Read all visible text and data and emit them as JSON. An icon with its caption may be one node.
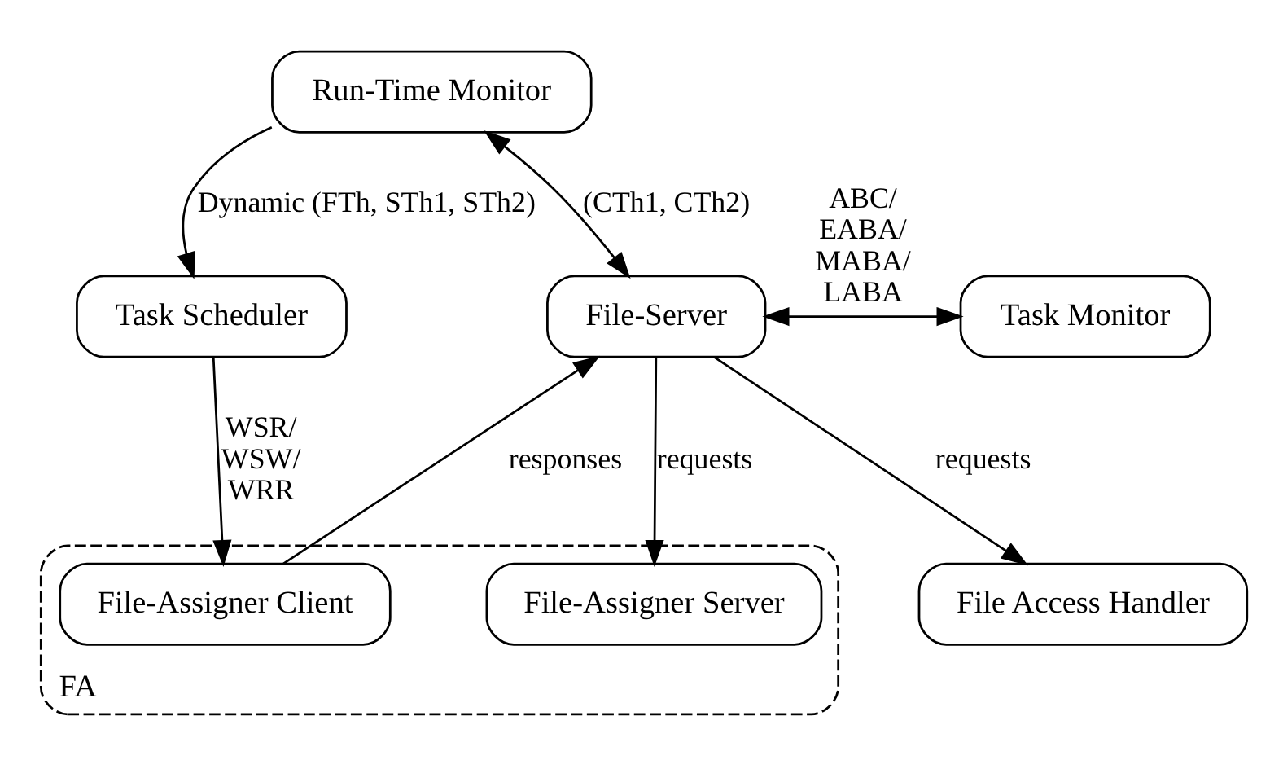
{
  "diagram": {
    "nodes": [
      {
        "text": [
          "Run-Time Monitor"
        ]
      },
      {
        "text": [
          "Task Scheduler"
        ]
      },
      {
        "text": [
          "File-Server"
        ]
      },
      {
        "text": [
          "Task Monitor"
        ]
      },
      {
        "text": [
          "FA"
        ]
      },
      {
        "text": [
          "File-Assigner Client"
        ],
        "in": 4
      },
      {
        "text": [
          "File-Assigner Server"
        ],
        "in": 4
      },
      {
        "text": [
          "File Access Handler"
        ]
      }
    ],
    "edges": [
      {
        "from": 0,
        "to": 1,
        "arrow": "to",
        "label": "Dynamic (FTh, STh1, STh2)"
      },
      {
        "from": 0,
        "to": 2,
        "arrow": "both",
        "label": "(CTh1, CTh2)"
      },
      {
        "from": 2,
        "to": 3,
        "arrow": "both",
        "label": "ABC/ EABA/ MABA/ LABA"
      },
      {
        "from": 1,
        "to": 5,
        "arrow": "to",
        "label": "WSR/ WSW/ WRR"
      },
      {
        "from": 5,
        "to": 2,
        "arrow": "to",
        "label": "responses"
      },
      {
        "from": 2,
        "to": 6,
        "arrow": "to",
        "label": "requests"
      },
      {
        "from": 2,
        "to": 7,
        "arrow": "to",
        "label": "requests"
      }
    ]
  }
}
